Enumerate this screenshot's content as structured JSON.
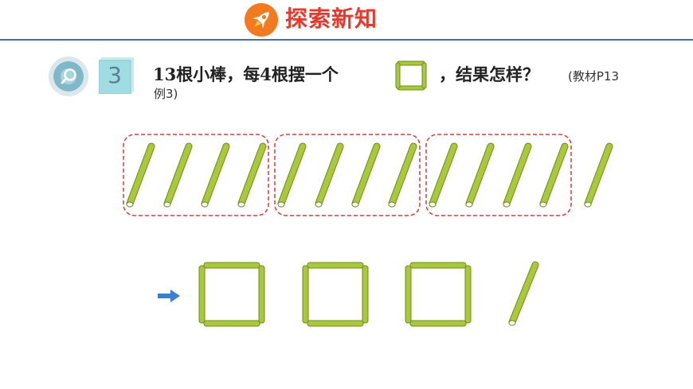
{
  "header": {
    "title": "探索新知",
    "icon": "rocket-icon",
    "accent_color": "#f47a20",
    "title_color": "#e8382b",
    "rule_color": "#3f6fb6"
  },
  "problem": {
    "number": "3",
    "text_before": "13根小棒，每4根摆一个",
    "text_after": "，结果怎样？",
    "note_line1": "(教材P13",
    "note_line2": "例3)",
    "magnifier_icon": "magnifier-icon",
    "square_icon": "square-of-sticks-icon"
  },
  "illustration": {
    "stick_color": "#a9c83a",
    "stick_outline": "#6f8c1c",
    "group_border_color": "#e0393a",
    "total_sticks": 13,
    "sticks_per_group": 4,
    "groups_circled": 3,
    "sticks_left_over": 1,
    "squares_formed": 3,
    "arrow_icon": "right-arrow-icon",
    "arrow_color": "#3a7fd0"
  }
}
